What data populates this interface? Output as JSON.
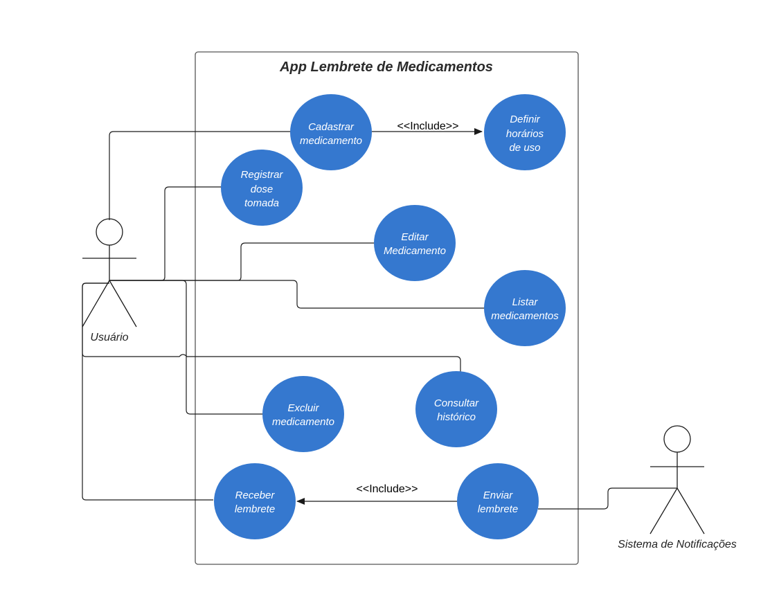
{
  "system": {
    "title": "App Lembrete de Medicamentos"
  },
  "colors": {
    "usecase_fill": "#3578cf",
    "usecase_text": "#ffffff",
    "line": "#1a1a1a",
    "boundary": "#555555"
  },
  "actors": {
    "user": {
      "label": "Usuário"
    },
    "notification_system": {
      "label": "Sistema de Notificações"
    }
  },
  "use_cases": {
    "cadastrar": {
      "lines": [
        "Cadastrar",
        "medicamento"
      ]
    },
    "definir": {
      "lines": [
        "Definir",
        "horários",
        "de uso"
      ]
    },
    "registrar": {
      "lines": [
        "Registrar",
        "dose",
        "tomada"
      ]
    },
    "editar": {
      "lines": [
        "Editar",
        "Medicamento"
      ]
    },
    "listar": {
      "lines": [
        "Listar",
        "medicamentos"
      ]
    },
    "excluir": {
      "lines": [
        "Excluir",
        "medicamento"
      ]
    },
    "consultar": {
      "lines": [
        "Consultar",
        "histórico"
      ]
    },
    "receber": {
      "lines": [
        "Receber",
        "lembrete"
      ]
    },
    "enviar": {
      "lines": [
        "Enviar",
        "lembrete"
      ]
    }
  },
  "relations": {
    "include_top": "<<Include>>",
    "include_bottom": "<<Include>>"
  }
}
